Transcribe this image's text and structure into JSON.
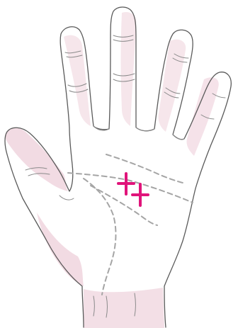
{
  "colors": {
    "skin_fill": "#ffffff",
    "skin_shade": "#f2dbe3",
    "outline": "#5a5a5a",
    "crease": "#8a8a8a",
    "palm_lines": "#a5a5a5",
    "marker": "#e0147a"
  },
  "illustration": {
    "subject": "hand-palm",
    "markers": 2,
    "marker_shape": "plus"
  }
}
